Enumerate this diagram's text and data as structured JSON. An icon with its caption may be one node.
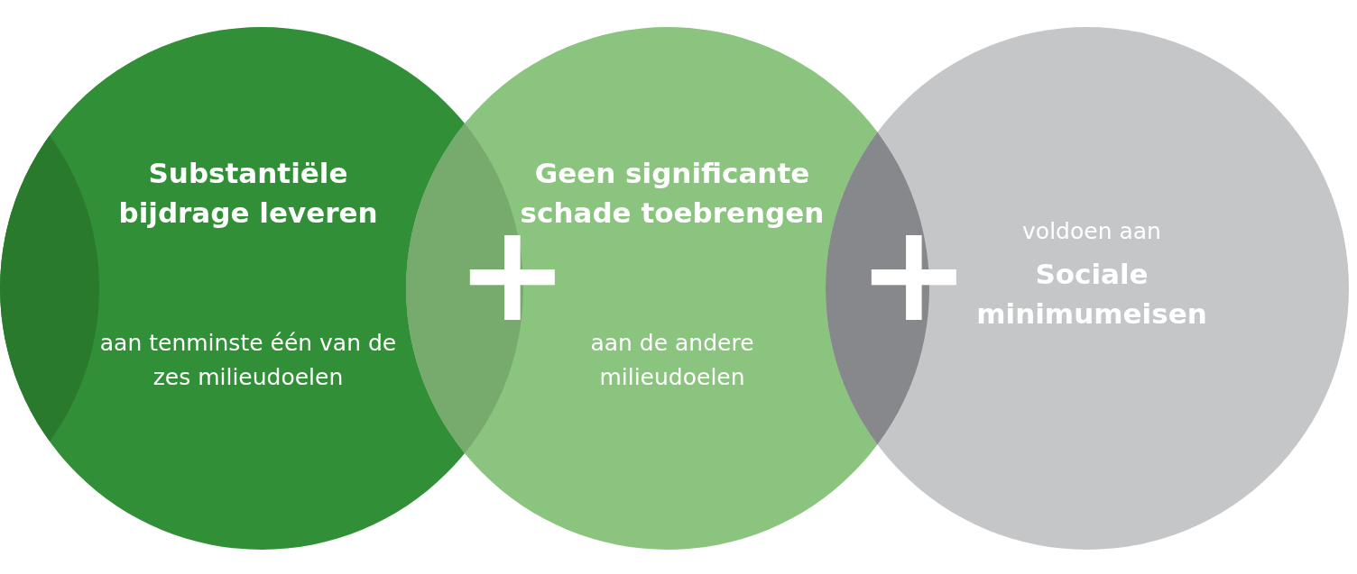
{
  "diagram": {
    "nodes": [
      {
        "text": [
          "Substantiële bijdrage leveren",
          "aan tenminste één van de zes milieudoelen"
        ]
      },
      {
        "text": [
          "Geen significante schade toebrengen",
          "aan de andere milieudoelen"
        ]
      },
      {
        "text": [
          "voldoen aan",
          "Sociale minimumeisen"
        ]
      }
    ],
    "labels": [
      "+",
      "+"
    ]
  }
}
